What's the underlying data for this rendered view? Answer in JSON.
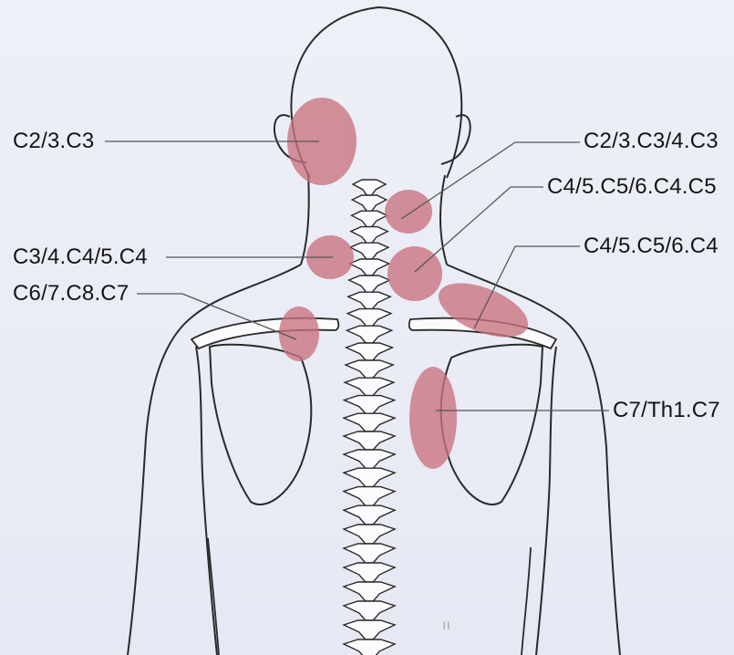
{
  "labels": {
    "occipital": "C2/3.C3",
    "upper_neck_right": "C2/3.C3/4.C3",
    "lower_neck_right": "C4/5.C5/6.C4.C5",
    "neck_left": "C3/4.C4/5.C4",
    "shoulder_right": "C4/5.C5/6.C4",
    "shoulder_blade_left": "C6/7.C8.C7",
    "shoulder_blade_right": "C7/Th1.C7"
  },
  "colors": {
    "background": "#eceef7",
    "outline": "#2a2a2a",
    "pain_zone": "#c9727f",
    "leader_line": "#555555"
  }
}
